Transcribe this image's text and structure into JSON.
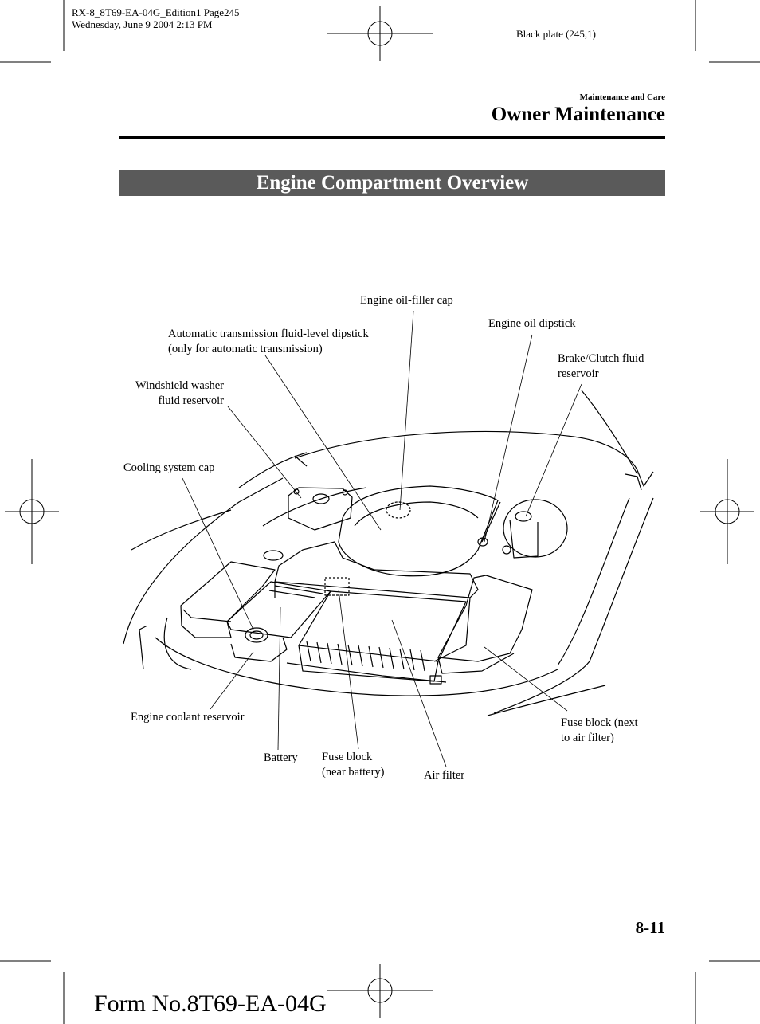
{
  "print_header": {
    "line1": "RX-8_8T69-EA-04G_Edition1 Page245",
    "line2": "Wednesday, June 9 2004 2:13 PM",
    "plate": "Black plate (245,1)"
  },
  "section": {
    "category": "Maintenance and Care",
    "title": "Owner Maintenance"
  },
  "banner_title": "Engine Compartment Overview",
  "labels": {
    "oil_filler_cap": "Engine oil-filler cap",
    "oil_dipstick": "Engine oil dipstick",
    "atf_dipstick": "Automatic transmission fluid-level dipstick\n(only for automatic transmission)",
    "brake_clutch": "Brake/Clutch fluid\nreservoir",
    "washer": "Windshield washer\nfluid reservoir",
    "cooling_cap": "Cooling system cap",
    "coolant_reservoir": "Engine coolant reservoir",
    "battery": "Battery",
    "fuse_near_battery": "Fuse block\n(near battery)",
    "air_filter": "Air filter",
    "fuse_next_air": "Fuse block (next\nto air filter)"
  },
  "page_number": "8-11",
  "form_number": "Form No.8T69-EA-04G"
}
